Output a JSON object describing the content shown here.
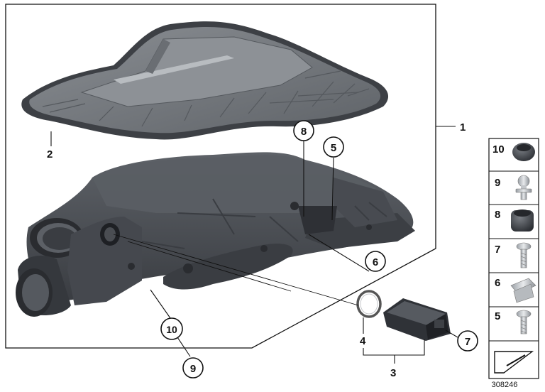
{
  "callouts": {
    "c1": "1",
    "c2": "2",
    "c3": "3",
    "c4": "4",
    "c5": "5",
    "c6": "6",
    "c7": "7",
    "c8": "8",
    "c9": "9",
    "c10": "10"
  },
  "side_panel": {
    "items": [
      {
        "number": "10",
        "icon": "grommet-icon"
      },
      {
        "number": "9",
        "icon": "ball-stud-icon"
      },
      {
        "number": "8",
        "icon": "rubber-mount-icon"
      },
      {
        "number": "7",
        "icon": "screw-icon"
      },
      {
        "number": "6",
        "icon": "spring-clip-icon"
      },
      {
        "number": "5",
        "icon": "screw-icon"
      }
    ],
    "arrow_icon": "arrow-icon"
  },
  "diagram_id": "308246",
  "colors": {
    "housing": "#4d5057",
    "housing_light": "#6f737a",
    "lid": "#777b80",
    "outline": "#111111"
  }
}
